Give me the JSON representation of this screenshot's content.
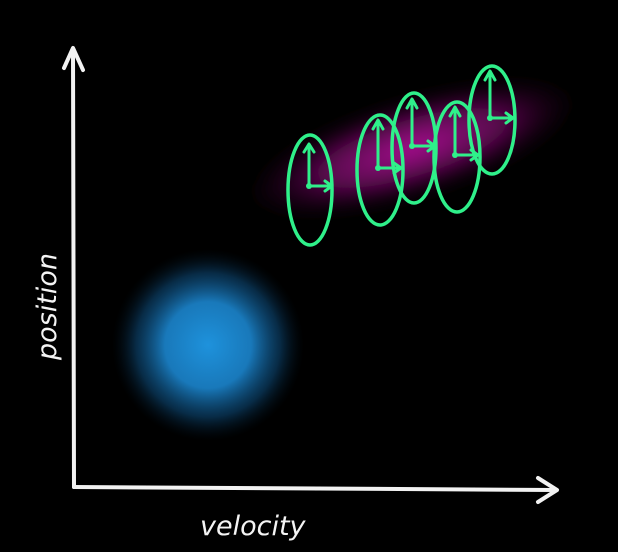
{
  "axes": {
    "x_label": "velocity",
    "y_label": "position"
  },
  "colors": {
    "background": "#000000",
    "axes": "#f2f2f2",
    "blob_blue": "#1a8fd6",
    "blob_magenta": "#b0108f",
    "clocks": "#2ff08a"
  },
  "clock_count": 5
}
